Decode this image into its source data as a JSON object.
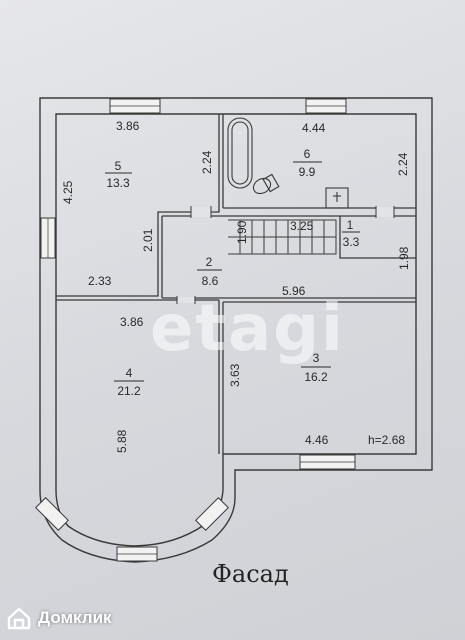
{
  "rooms": [
    {
      "no": "5",
      "area": "13.3"
    },
    {
      "no": "6",
      "area": "9.9"
    },
    {
      "no": "1",
      "area": "3.3"
    },
    {
      "no": "2",
      "area": "8.6"
    },
    {
      "no": "4",
      "area": "21.2"
    },
    {
      "no": "3",
      "area": "16.2"
    }
  ],
  "dimensions": {
    "r5_top": "3.86",
    "r5_left": "4.25",
    "r5_right": "2.24",
    "r5_bottom": "2.33",
    "r5_inner": "2.01",
    "r6_top": "4.44",
    "r6_right": "2.24",
    "stair_a": "1.90",
    "stair_b": "3.25",
    "r1_right": "1.98",
    "r2_bottom": "5.96",
    "r4_top": "3.86",
    "r4_left": "5.88",
    "r3_left": "3.63",
    "r3_bottom": "4.46",
    "height": "h=2.68"
  },
  "watermark": "etagi",
  "facade_label": "Фасад",
  "brand": {
    "name": "Домклик"
  }
}
